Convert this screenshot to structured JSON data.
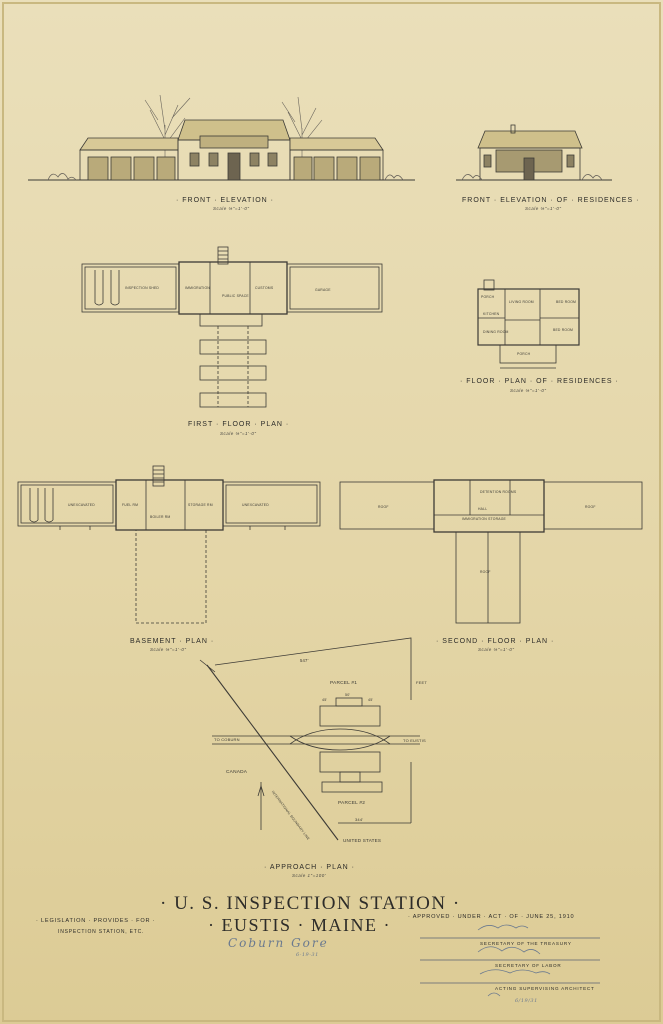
{
  "captions": {
    "front_elevation": "· Front · Elevation ·",
    "front_elevation_scale": "Scale ⅛\"=1'-0\"",
    "front_elevation_residences": "Front · Elevation · of · Residences ·",
    "front_elevation_residences_scale": "Scale ⅛\"=1'-0\"",
    "first_floor_plan": "First · Floor · Plan ·",
    "first_floor_plan_scale": "Scale ⅛\"=1'-0\"",
    "floor_plan_residences": "· Floor · Plan · of · Residences ·",
    "floor_plan_residences_scale": "Scale ⅛\"=1'-0\"",
    "basement_plan": "Basement · Plan ·",
    "basement_plan_scale": "Scale ⅛\"=1'-0\"",
    "second_floor_plan": "· Second · Floor · Plan ·",
    "second_floor_plan_scale": "Scale ⅛\"=1'-0\"",
    "approach_plan": "· Approach · Plan ·",
    "approach_plan_scale": "Scale 1\"=100'"
  },
  "first_floor_rooms": {
    "inspection_shed": "Inspection Shed",
    "immigration": "Immigration",
    "public_space": "Public Space",
    "customs": "Customs",
    "garage": "Garage"
  },
  "residence_rooms": {
    "porch_top": "Porch",
    "living_room": "Living Room",
    "bed_room_1": "Bed Room",
    "kitchen": "Kitchen",
    "dining_room": "Dining Room",
    "bed_room_2": "Bed Room",
    "porch_bottom": "Porch"
  },
  "basement_rooms": {
    "unexcavated_left": "Unexcavated",
    "fuel_rm": "Fuel Rm",
    "boiler_rm": "Boiler Rm",
    "storage_rm": "Storage Rm",
    "unexcavated_right": "Unexcavated"
  },
  "second_floor_rooms": {
    "roof_left": "Roof",
    "detention_rooms": "Detention Rooms",
    "hall": "Hall",
    "immigration_storage": "Immigration Storage",
    "roof_right": "Roof",
    "roof_bottom": "Roof"
  },
  "approach_labels": {
    "parcel_1": "Parcel #1",
    "parcel_2": "Parcel #2",
    "to_coburn": "To Coburn",
    "to_eustis": "To Eustis",
    "canada": "Canada",
    "united_states": "United States",
    "boundary": "International Boundary Line",
    "dim_top": "547'",
    "dim_right": "Feet",
    "dim_bottom": "344'",
    "dim_a": "45'",
    "dim_b": "50'",
    "dim_c": "45'"
  },
  "title_block": {
    "title": "· U. S. Inspection Station ·",
    "subtitle": "· Eustis · Maine ·",
    "legislation_1": "· Legislation · Provides · for ·",
    "legislation_2": "Inspection Station, Etc.",
    "approved": "· Approved · Under · Act · of · June 25, 1910",
    "sec_treasury": "Secretary of the Treasury",
    "sec_labor": "Secretary of Labor",
    "acting_architect": "Acting Supervising Architect",
    "handwritten_note": "Coburn Gore",
    "handwritten_date": "6-19-31",
    "architect_date": "6/19/31"
  }
}
